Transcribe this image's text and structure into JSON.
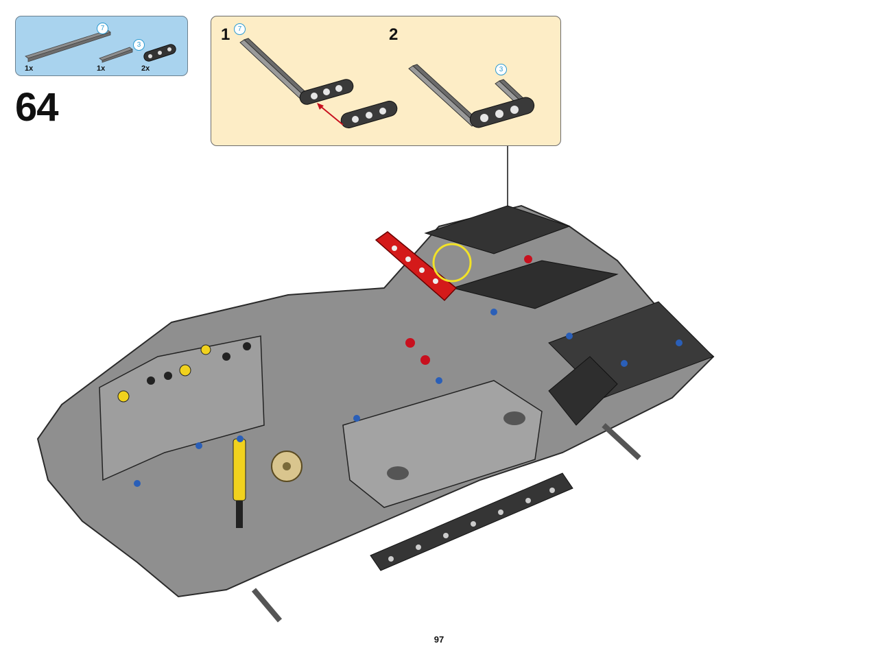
{
  "step": {
    "number": "64"
  },
  "parts_list": {
    "items": [
      {
        "qty": "1x",
        "callout": "7",
        "part": "axle-length-7"
      },
      {
        "qty": "1x",
        "callout": "3",
        "part": "axle-length-3"
      },
      {
        "qty": "2x",
        "callout": "",
        "part": "beam-3-x-axle"
      }
    ]
  },
  "substep": {
    "steps": [
      {
        "number": "1",
        "callout": "7"
      },
      {
        "number": "2",
        "callout": "3"
      }
    ]
  },
  "page": {
    "number": "97"
  },
  "colors": {
    "parts_box_bg": "#a9d3ee",
    "substep_box_bg": "#fdedc6",
    "highlight_circle": "#f2e227",
    "insert_arrow": "#c8101e",
    "callout_text": "#2b9ad1"
  }
}
